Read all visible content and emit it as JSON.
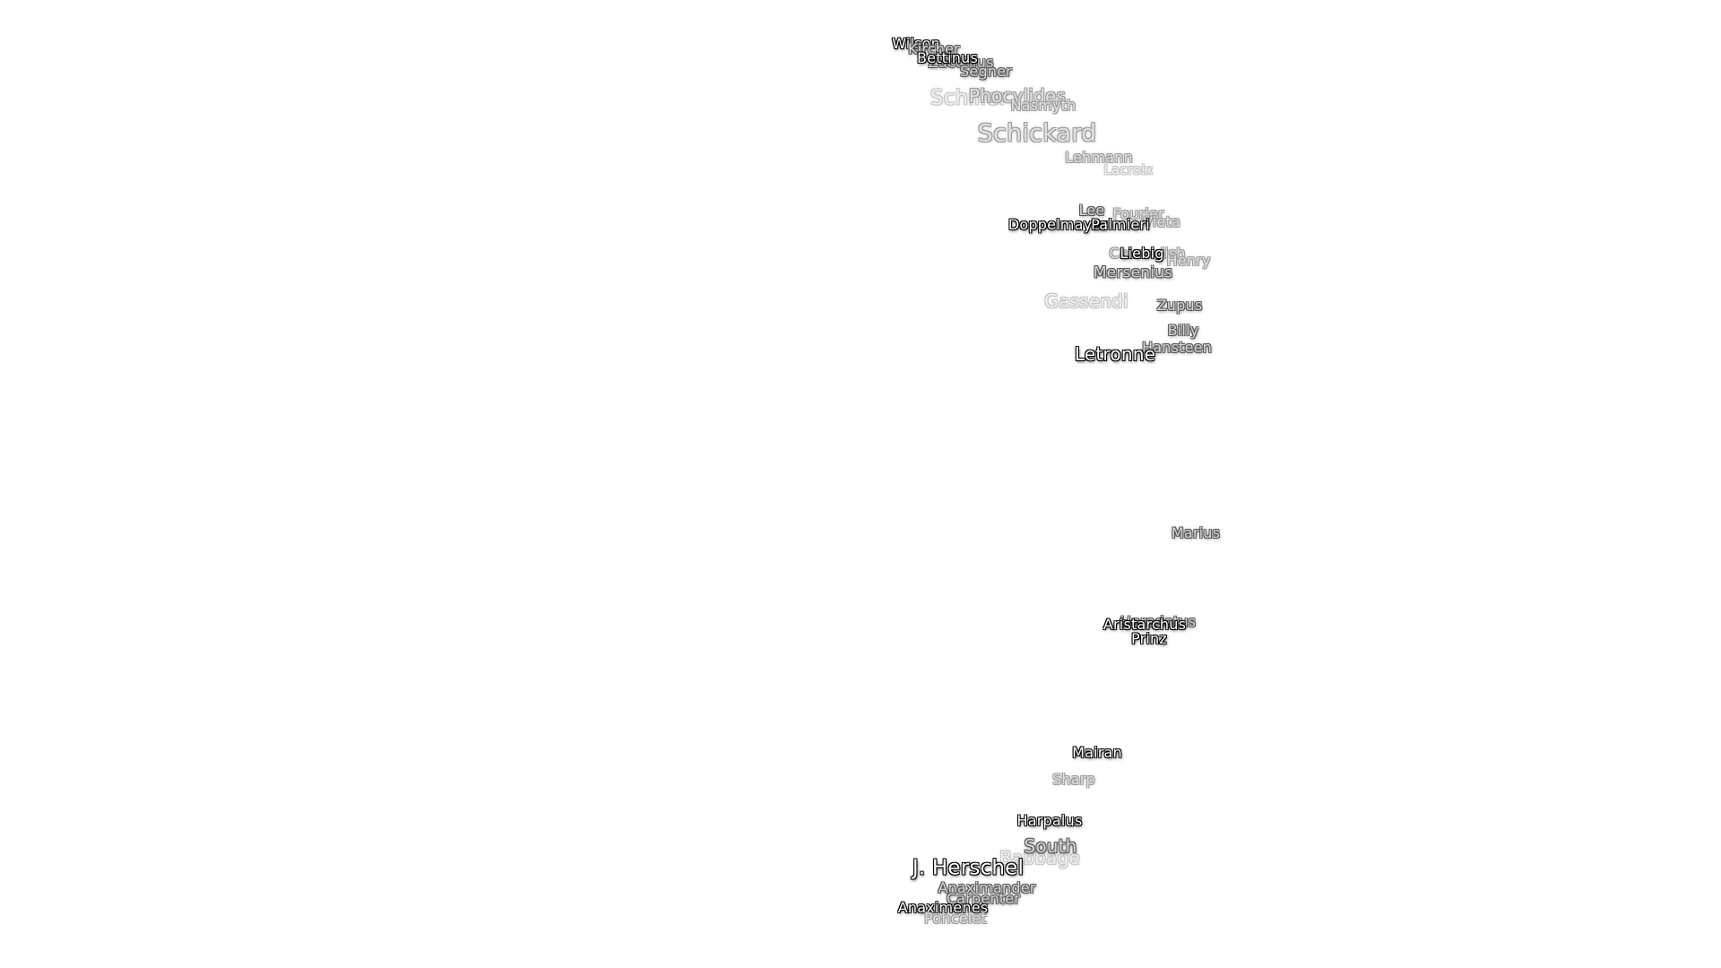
{
  "map": {
    "labels": {
      "wilson": "Wilson",
      "kircher": "Kircher",
      "bettinus": "Bettinus",
      "zucchius": "Zucchius",
      "segner": "Segner",
      "schiller": "Schiller",
      "phocylides": "Phocylides",
      "nasmyth": "Nasmyth",
      "schickard": "Schickard",
      "lehmann": "Lehmann",
      "lacroix": "Lacroix",
      "lee": "Lee",
      "fourier": "Fourier",
      "vieta": "Vieta",
      "doppelmayer": "Doppelmayer",
      "palmieri": "Palmieri",
      "cavendish": "Cavendish",
      "liebig": "Liebig",
      "henry": "Henry",
      "mersenius": "Mersenius",
      "gassendi": "Gassendi",
      "zupus": "Zupus",
      "billy": "Billy",
      "hansteen": "Hansteen",
      "letronne": "Letronne",
      "marius": "Marius",
      "herodotus": "Herodotus",
      "aristarchus": "Aristarchus",
      "prinz": "Prinz",
      "mairan": "Mairan",
      "sharp": "Sharp",
      "harpalus": "Harpalus",
      "south": "South",
      "babbage": "Babbage",
      "j_herschel": "J. Herschel",
      "anaximander": "Anaximander",
      "carpenter": "Carpenter",
      "anaximenes": "Anaximenes",
      "poncelet": "Poncelet"
    }
  }
}
